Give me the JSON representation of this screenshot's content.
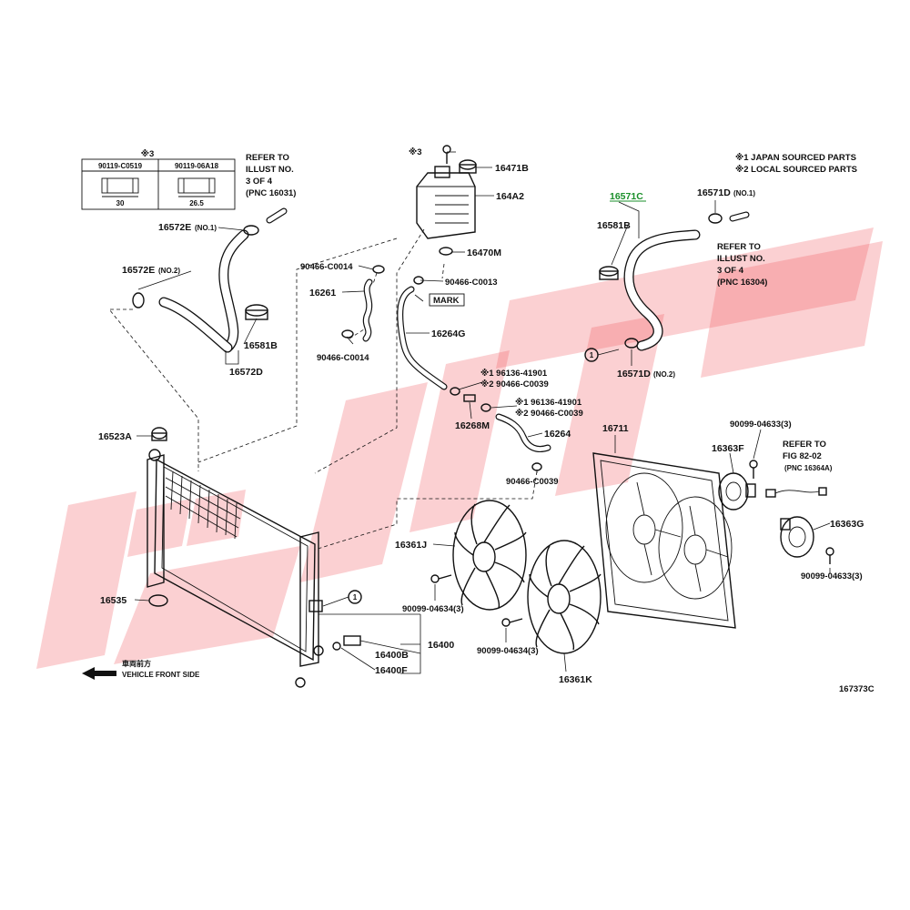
{
  "title_marker": "※3",
  "clamp_table": {
    "col1_part": "90119-C0519",
    "col2_part": "90119-06A18",
    "col1_dim": "30",
    "col2_dim": "26.5"
  },
  "notes": {
    "note1": "※1 JAPAN SOURCED PARTS",
    "note2": "※2 LOCAL SOURCED PARTS"
  },
  "refs": {
    "left": [
      "REFER TO",
      "ILLUST NO.",
      "3 OF 4",
      "(PNC 16031)"
    ],
    "right": [
      "REFER TO",
      "ILLUST NO.",
      "3 OF 4",
      "(PNC 16304)"
    ],
    "fig": [
      "REFER TO",
      "FIG 82-02",
      "(PNC 16364A)"
    ]
  },
  "labels": {
    "p16572E_no1": "16572E",
    "p16572E_no1_suffix": "(NO.1)",
    "p16572E_no2": "16572E",
    "p16572E_no2_suffix": "(NO.2)",
    "p16581B_left": "16581B",
    "p16572D": "16572D",
    "p16523A": "16523A",
    "p16535": "16535",
    "p16400": "16400",
    "p16400B": "16400B",
    "p16400F": "16400F",
    "mark3_bolt": "※3",
    "p16471B": "16471B",
    "p164A2": "164A2",
    "p16470M": "16470M",
    "p90466_C0014_a": "90466-C0014",
    "p90466_C0013": "90466-C0013",
    "p16261": "16261",
    "mark": "MARK",
    "p16264G": "16264G",
    "p90466_C0014_b": "90466-C0014",
    "clip1_a": "※1 96136-41901",
    "clip1_b": "※2 90466-C0039",
    "clip2_a": "※1 96136-41901",
    "clip2_b": "※2 90466-C0039",
    "p16268M": "16268M",
    "p16264": "16264",
    "p90466_C0039": "90466-C0039",
    "p16571C": "16571C",
    "p16581B_right": "16581B",
    "p16571D_no1": "16571D",
    "p16571D_no1_suffix": "(NO.1)",
    "p16571D_no2": "16571D",
    "p16571D_no2_suffix": "(NO.2)",
    "circle_ref": "1",
    "p16711": "16711",
    "p90099_04633_a": "90099-04633(3)",
    "p16363F": "16363F",
    "p16363G": "16363G",
    "p90099_04633_b": "90099-04633(3)",
    "p16361J": "16361J",
    "p90099_04634_a": "90099-04634(3)",
    "p16361K": "16361K",
    "p90099_04634_b": "90099-04634(3)",
    "vehicle_front_jp": "車両前方",
    "vehicle_front": "VEHICLE FRONT SIDE",
    "illus_no": "167373C"
  },
  "highlight_color": "#1a8f2a",
  "watermark_color": "#f2575f"
}
